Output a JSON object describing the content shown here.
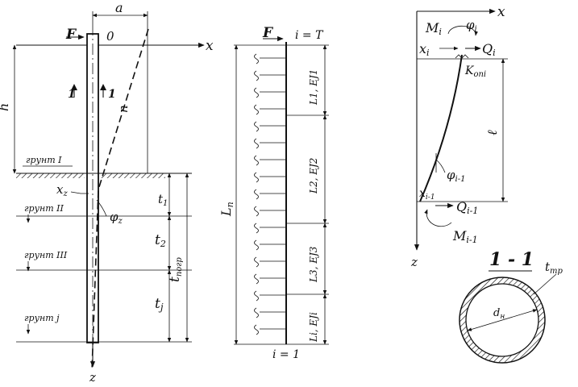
{
  "left": {
    "axis_x": "x",
    "axis_z": "z",
    "force": "F",
    "origin": "0",
    "dim_a": "a",
    "dim_h": "h",
    "dim_n": "n",
    "section_mark": "1",
    "disp_label": "x",
    "disp_sub": "z",
    "rot_label": "φ",
    "rot_sub": "z",
    "dim_t": "t",
    "dim_t1_sub": "1",
    "dim_t2_sub": "2",
    "dim_tj_sub": "j",
    "dim_tpogr_sub": "погр",
    "soils": [
      {
        "label": "грунт I"
      },
      {
        "label": "грунт II"
      },
      {
        "label": "грунт III"
      },
      {
        "label": "грунт j"
      }
    ]
  },
  "middle": {
    "force": "F",
    "top_index": "i = T",
    "bottom_index": "i = 1",
    "total_length": "L",
    "total_length_sub": "n",
    "segments": [
      {
        "label": "L1, EJ1"
      },
      {
        "label": "L2, EJ2"
      },
      {
        "label": "L3, EJ3"
      },
      {
        "label": "Li, EJi"
      }
    ]
  },
  "right": {
    "axis_x": "x",
    "axis_z": "z",
    "moment_top": "M",
    "moment_top_sub": "i",
    "rot_top": "φ",
    "rot_top_sub": "i",
    "x_top": "x",
    "x_top_sub": "i",
    "shear_top": "Q",
    "shear_top_sub": "i",
    "stiffness": "K",
    "stiffness_sub": "опi",
    "length": "ℓ",
    "rot_bottom": "φ",
    "rot_bottom_sub": "i-1",
    "x_bottom": "x",
    "x_bottom_sub": "i-1",
    "shear_bottom": "Q",
    "shear_bottom_sub": "i-1",
    "moment_bottom": "M",
    "moment_bottom_sub": "i-1"
  },
  "section": {
    "title": "1 - 1",
    "wall_thickness": "t",
    "wall_thickness_sub": "mp",
    "diameter": "d",
    "diameter_sub": "н"
  }
}
